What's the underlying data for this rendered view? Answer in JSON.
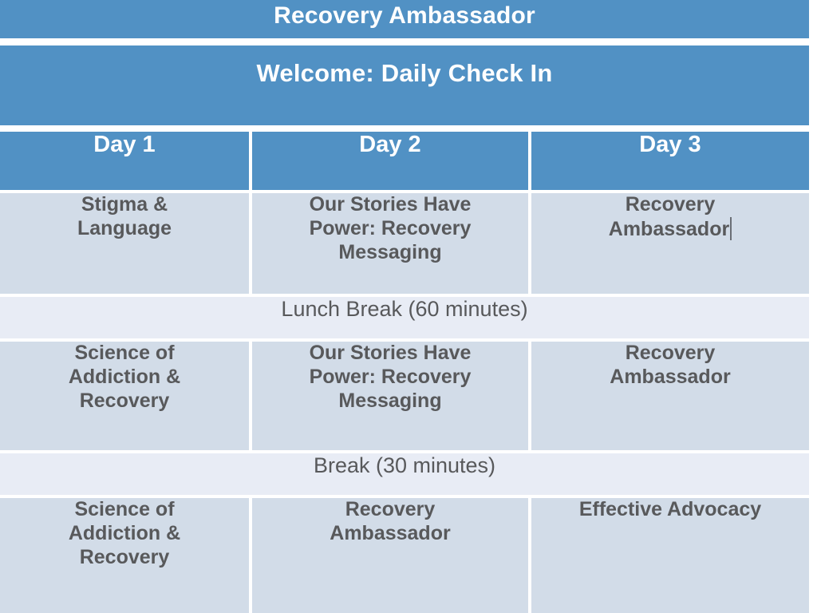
{
  "slide": {
    "title": "Recovery Ambassador",
    "subtitle": "Welcome: Daily Check In",
    "accent_color": "#5191c4",
    "cell_color": "#d2dce8",
    "break_color": "#e8ecf5",
    "text_color": "#58595b"
  },
  "table": {
    "columns": [
      "Day 1",
      "Day 2",
      "Day 3"
    ],
    "rows": [
      {
        "type": "sessions",
        "cells": [
          "Stigma &\nLanguage",
          "Our Stories Have\nPower: Recovery\nMessaging",
          "Recovery\nAmbassador"
        ],
        "caret_in_cell": 2
      },
      {
        "type": "break",
        "label": "Lunch Break (60 minutes)"
      },
      {
        "type": "sessions",
        "cells": [
          "Science of\nAddiction &\nRecovery",
          "Our Stories Have\nPower: Recovery\nMessaging",
          "Recovery\nAmbassador"
        ]
      },
      {
        "type": "break",
        "label": "Break (30 minutes)"
      },
      {
        "type": "sessions",
        "cells": [
          "Science of\nAddiction &\nRecovery",
          "Recovery\nAmbassador",
          "Effective Advocacy"
        ]
      }
    ]
  }
}
